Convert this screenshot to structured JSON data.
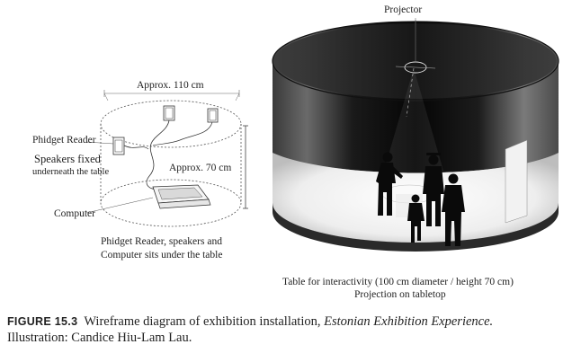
{
  "left_diagram": {
    "dimension_top": "Approx. 110 cm",
    "dimension_side": "Approx. 70 cm",
    "label_phidget": "Phidget Reader",
    "label_speakers_1": "Speakers fixed",
    "label_speakers_2": "underneath the table",
    "label_computer": "Computer",
    "note_line_1": "Phidget Reader, speakers and",
    "note_line_2": "Computer sits under the table"
  },
  "right_diagram": {
    "label_projector": "Projector",
    "table_line_1": "Table for interactivity (100 cm diameter / height 70 cm)",
    "table_line_2": "Projection on tabletop"
  },
  "caption": {
    "label": "FIGURE 15.3",
    "text_1": "Wireframe diagram of exhibition installation,",
    "title_italic": "Estonian Exhibition Experience.",
    "text_2": "Illustration: Candice Hiu-Lam Lau."
  }
}
